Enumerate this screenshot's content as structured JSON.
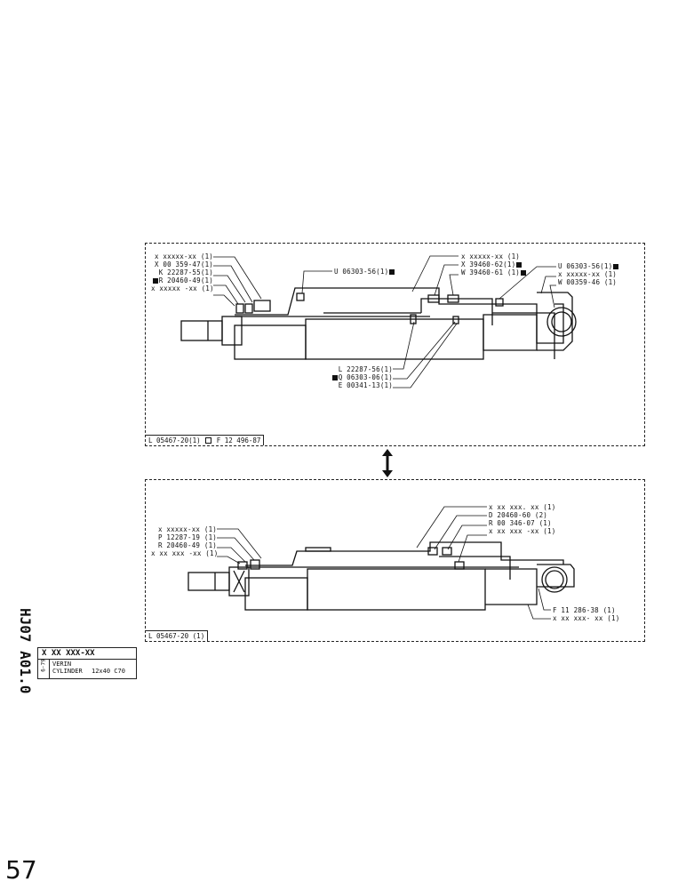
{
  "top_panel": {
    "left_labels": [
      "x  xxxxx-xx (1)",
      "X 00 359-47(1)",
      "K 22287-55(1)",
      "R 20460-49(1)",
      "x  xxxxx -xx (1)"
    ],
    "center_label": "U 06303-56(1)",
    "right_labels_a": [
      "x  xxxxx-xx (1)",
      "X 39460-62(1)",
      "W 39460-61 (1)"
    ],
    "right_labels_b": [
      "U 06303-56(1)",
      "x  xxxxx-xx (1)",
      "W 00359-46 (1)"
    ],
    "bottom_labels": [
      "L  22287-56(1)",
      "Q 06303-06(1)",
      "E  00341-13(1)"
    ],
    "footer_left": "L 05467-20(1)",
    "footer_right": "F 12 496-87"
  },
  "bottom_panel": {
    "left_labels": [
      "x  xxxxx-xx (1)",
      "P 12287-19 (1)",
      "R 20460-49 (1)",
      "x  xx xxx -xx (1)"
    ],
    "right_labels": [
      "x  xx xxx. xx (1)",
      "D 20460-60 (2)",
      "R 00 346-07 (1)",
      "x  xx xxx -xx (1)"
    ],
    "lower_right_labels": [
      "F 11 286-38 (1)",
      "x  xx xxx- xx (1)"
    ],
    "footer_left": "L 05467-20 (1)"
  },
  "title_block": {
    "code": "X XX  XXX-XX",
    "date": "6-79",
    "line1": "VERIN",
    "line2": "CYLINDER",
    "spec": "12x40  C70"
  },
  "side_code": "HJ07  A01.0",
  "page_number": "57"
}
